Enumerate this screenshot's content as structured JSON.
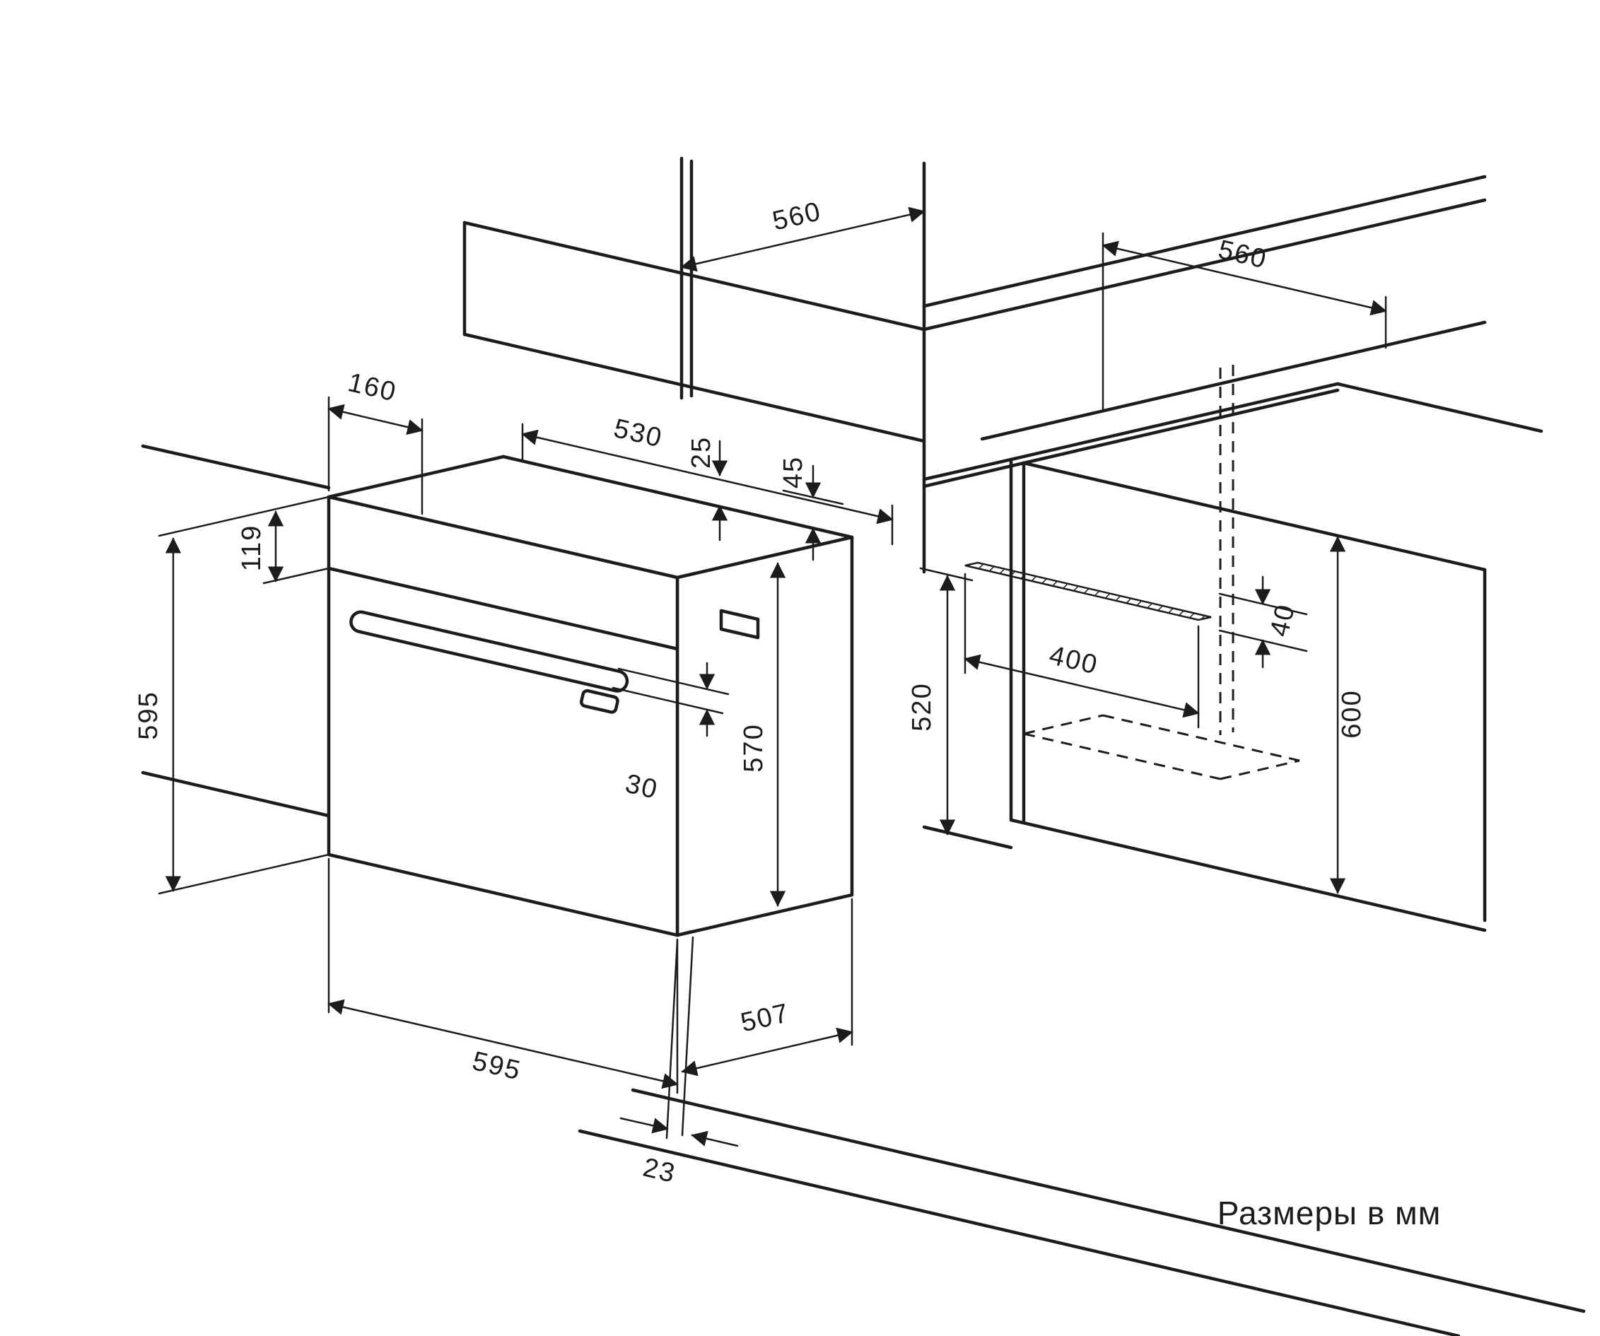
{
  "meta": {
    "title": "Built-in oven installation drawing",
    "units_note": "Размеры в мм"
  },
  "dims": {
    "niche_left_width": "560",
    "niche_right_width": "560",
    "top_inset": "160",
    "inner_depth": "530",
    "gap_top": "25",
    "gap_rear": "45",
    "oven_height": "595",
    "panel_height": "119",
    "vent_length": "400",
    "vent_width": "40",
    "niche_height": "520",
    "cabinet_height": "600",
    "door_height": "570",
    "handle_thickness": "30",
    "oven_width": "595",
    "oven_depth": "507",
    "door_overhang": "23"
  }
}
